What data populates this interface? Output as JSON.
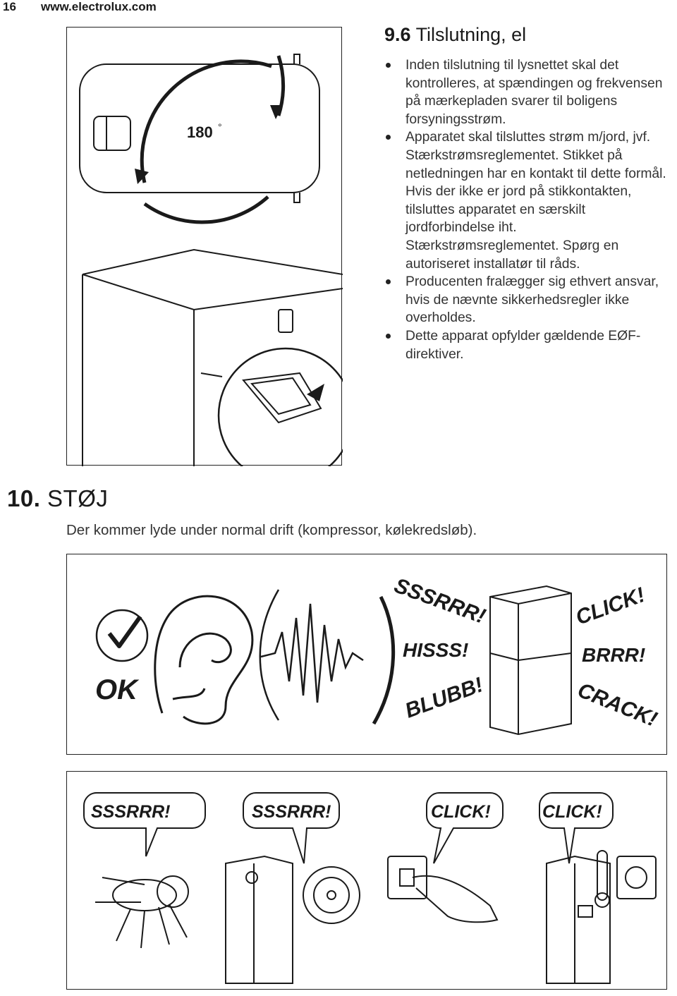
{
  "header": {
    "page_number": "16",
    "url": "www.electrolux.com"
  },
  "section": {
    "number": "9.6",
    "title": "Tilslutning, el",
    "bullets": [
      "Inden tilslutning til lysnettet skal det kontrolleres, at spændingen og frekvensen på mærkepladen svarer til boligens forsyningsstrøm.",
      "Apparatet skal tilsluttes strøm m/jord, jvf. Stærkstrømsreglementet. Stikket på netledningen har en kontakt til dette formål. Hvis der ikke er jord på stikkontakten, tilsluttes apparatet en særskilt jordforbindelse iht. Stærkstrømsreglementet. Spørg en autoriseret installatør til råds.",
      "Producenten fralægger sig ethvert ansvar, hvis de nævnte sikkerhedsregler ikke overholdes.",
      "Dette apparat opfylder gældende EØF-direktiver."
    ]
  },
  "figure1": {
    "rotation_label": "180",
    "degree_mark": "°"
  },
  "chapter": {
    "number": "10.",
    "title": "STØJ",
    "intro": "Der kommer lyde under normal drift (kompressor, kølekredsløb)."
  },
  "figure2": {
    "ok_label": "OK",
    "sounds": [
      "SSSRRR!",
      "HISSS!",
      "BLUBB!",
      "CLICK!",
      "BRRR!",
      "CRACK!"
    ]
  },
  "figure3": {
    "bubbles": [
      "SSSRRR!",
      "SSSRRR!",
      "CLICK!",
      "CLICK!"
    ]
  }
}
